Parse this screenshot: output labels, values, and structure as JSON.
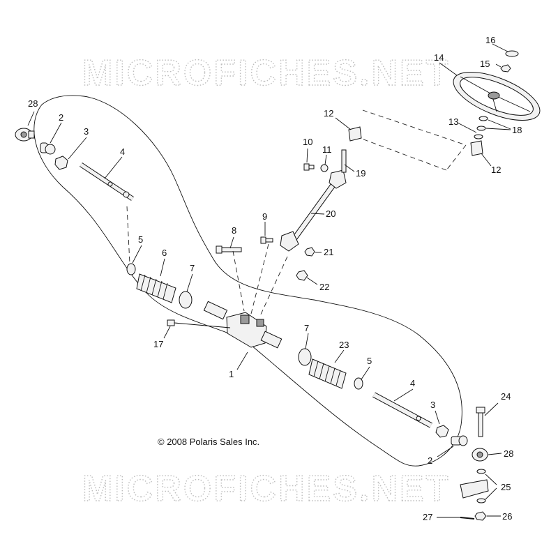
{
  "watermark": "MICROFICHES.NET",
  "copyright": "© 2008 Polaris Sales Inc.",
  "callouts": [
    "1",
    "2",
    "2",
    "3",
    "3",
    "4",
    "4",
    "5",
    "5",
    "6",
    "7",
    "7",
    "8",
    "9",
    "10",
    "11",
    "12",
    "12",
    "13",
    "14",
    "15",
    "16",
    "17",
    "18",
    "19",
    "20",
    "21",
    "22",
    "23",
    "24",
    "25",
    "26",
    "27",
    "28",
    "28"
  ]
}
